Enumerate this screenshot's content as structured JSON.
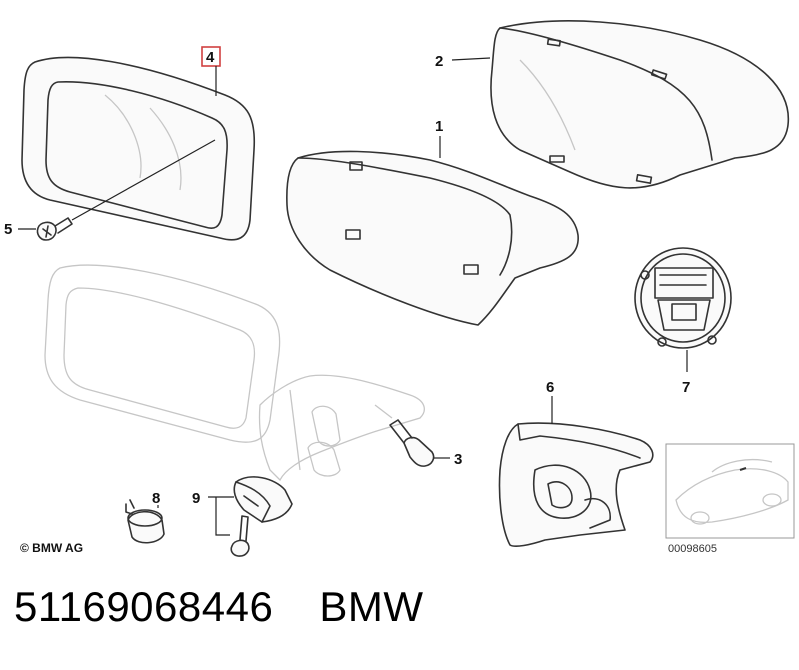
{
  "callouts": {
    "c1": "1",
    "c2": "2",
    "c3": "3",
    "c4": "4",
    "c5": "5",
    "c6": "6",
    "c7": "7",
    "c8": "8",
    "c9": "9"
  },
  "highlighted_callout": "4",
  "highlight_color": "#d04040",
  "copyright": "© BMW AG",
  "reference_number": "00098605",
  "footer": {
    "part_number": "51169068446",
    "brand": "BMW"
  }
}
